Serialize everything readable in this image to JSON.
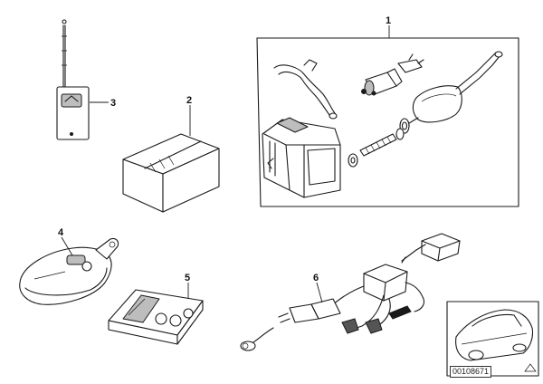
{
  "callouts": {
    "c1": "1",
    "c2": "2",
    "c3": "3",
    "c4": "4",
    "c5": "5",
    "c6": "6"
  },
  "diagram_id": "00108671"
}
